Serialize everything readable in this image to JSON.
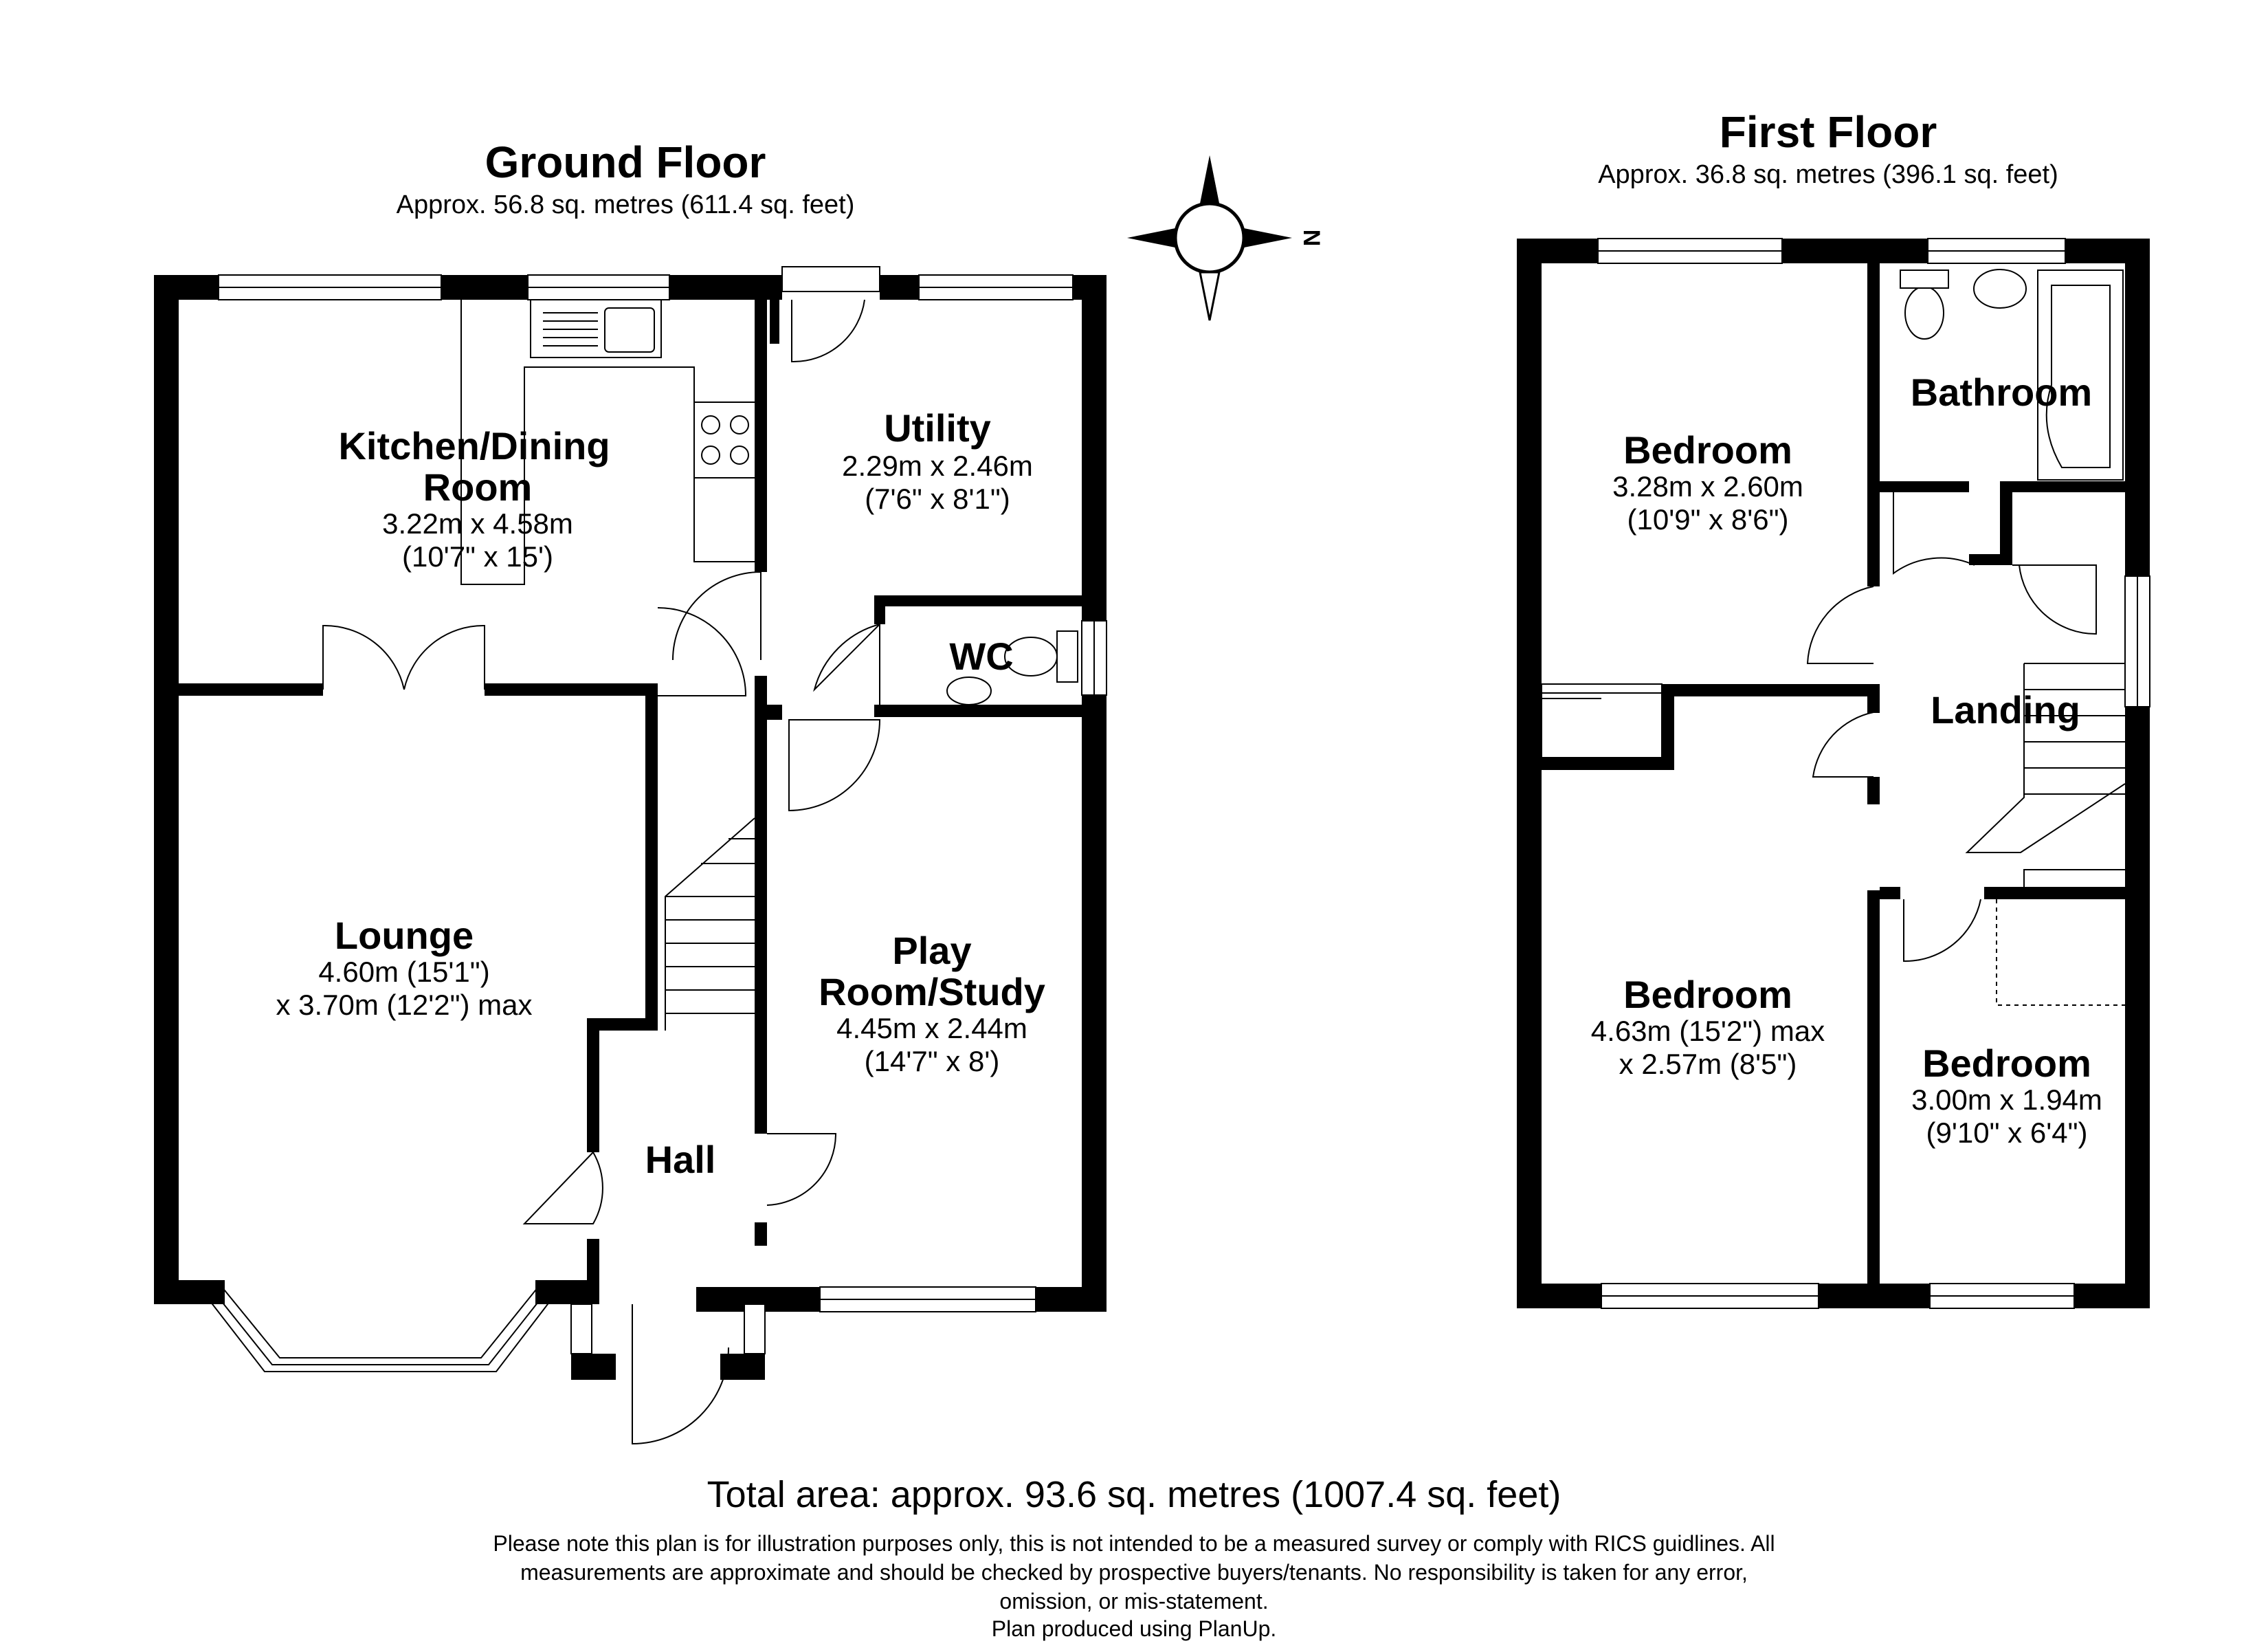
{
  "ground_floor": {
    "title": "Ground Floor",
    "area": "Approx. 56.8 sq. metres (611.4 sq. feet)",
    "rooms": {
      "kitchen": {
        "name_1": "Kitchen/Dining",
        "name_2": "Room",
        "dim_1": "3.22m x 4.58m",
        "dim_2": "(10'7\" x 15')"
      },
      "utility": {
        "name": "Utility",
        "dim_1": "2.29m x 2.46m",
        "dim_2": "(7'6\" x 8'1\")"
      },
      "wc": {
        "name": "WC"
      },
      "lounge": {
        "name": "Lounge",
        "dim_1": "4.60m (15'1\")",
        "dim_2": "x 3.70m (12'2\") max"
      },
      "play_room": {
        "name_1": "Play",
        "name_2": "Room/Study",
        "dim_1": "4.45m x 2.44m",
        "dim_2": "(14'7\" x 8')"
      },
      "hall": {
        "name": "Hall"
      }
    }
  },
  "first_floor": {
    "title": "First Floor",
    "area": "Approx. 36.8 sq. metres (396.1 sq. feet)",
    "rooms": {
      "bedroom_1": {
        "name": "Bedroom",
        "dim_1": "3.28m x 2.60m",
        "dim_2": "(10'9\" x 8'6\")"
      },
      "bathroom": {
        "name": "Bathroom"
      },
      "landing": {
        "name": "Landing"
      },
      "bedroom_2": {
        "name": "Bedroom",
        "dim_1": "4.63m (15'2\") max",
        "dim_2": "x 2.57m (8'5\")"
      },
      "bedroom_3": {
        "name": "Bedroom",
        "dim_1": "3.00m x 1.94m",
        "dim_2": "(9'10\" x 6'4\")"
      }
    }
  },
  "compass": {
    "label": "N"
  },
  "footer": {
    "total": "Total area: approx. 93.6 sq. metres (1007.4 sq. feet)",
    "note_1": "Please note this plan is for illustration purposes only, this is not intended to be a measured survey or comply with RICS guidlines. All",
    "note_2": "measurements are approximate and should be checked by prospective buyers/tenants. No responsibility is taken for any error,",
    "note_3": "omission, or mis-statement.",
    "note_4": "Plan produced using PlanUp."
  }
}
